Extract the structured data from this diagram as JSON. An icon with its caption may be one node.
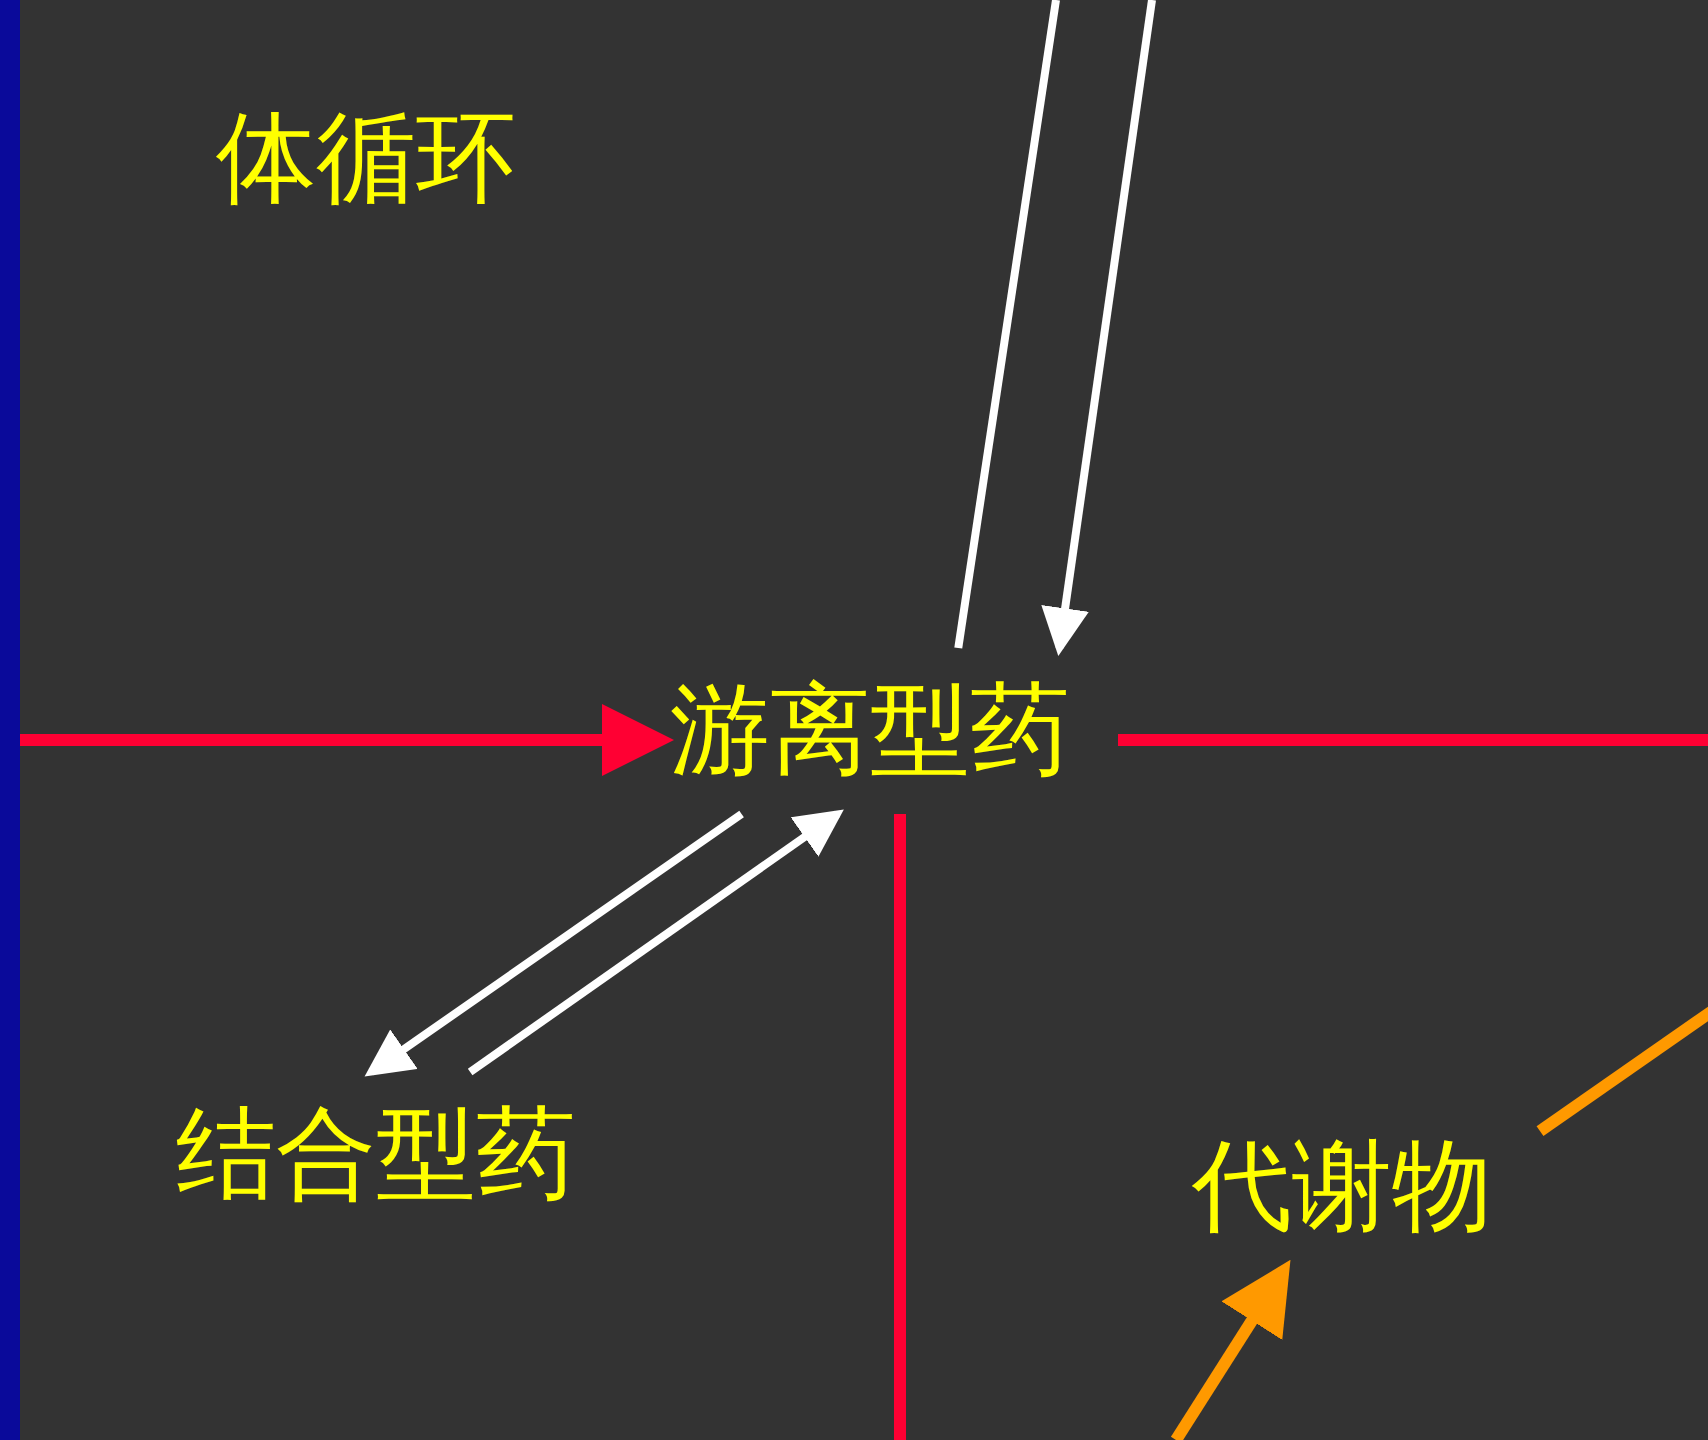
{
  "diagram": {
    "nodes": [
      {
        "text": [
          "体循环"
        ]
      },
      {
        "text": [
          "游离型药"
        ],
        "in": 0
      },
      {
        "text": [
          "结合型药"
        ],
        "in": 0
      },
      {
        "text": [
          "代谢物"
        ],
        "in": 0
      }
    ],
    "edges": [
      {
        "from": null,
        "to": 1,
        "arrow": "to",
        "color": "#ff0033"
      },
      {
        "from": 1,
        "to": null,
        "arrow": "none",
        "color": "#ff0033"
      },
      {
        "from": 1,
        "to": null,
        "arrow": "none",
        "color": "#ff0033"
      },
      {
        "from": null,
        "to": 1,
        "arrow": "to"
      },
      {
        "from": 1,
        "to": null,
        "arrow": "none"
      },
      {
        "from": 1,
        "to": 2,
        "arrow": "to"
      },
      {
        "from": 2,
        "to": 1,
        "arrow": "to"
      },
      {
        "from": null,
        "to": 3,
        "arrow": "to",
        "color": "#ff9900"
      },
      {
        "from": 3,
        "to": null,
        "arrow": "none",
        "color": "#ff9900"
      }
    ]
  }
}
